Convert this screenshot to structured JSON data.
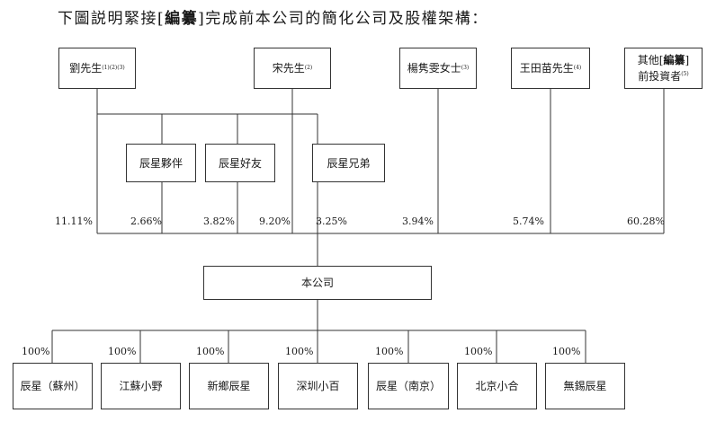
{
  "heading": {
    "pre": "下圖説明緊接[",
    "redacted": "編纂",
    "post": "]完成前本公司的簡化公司及股權架構："
  },
  "shareholders": [
    {
      "name": "劉先生",
      "note": "(1)(2)(3)"
    },
    {
      "name": "宋先生",
      "note": "(2)"
    },
    {
      "name": "楊隽雯女士",
      "note": "(3)"
    },
    {
      "name": "王田苗先生",
      "note": "(4)"
    },
    {
      "name_pre": "其他[",
      "name_redacted": "編纂",
      "name_post": "]",
      "name_line2": "前投資者",
      "note": "(5)"
    }
  ],
  "platforms": [
    {
      "name": "辰星夥伴"
    },
    {
      "name": "辰星好友"
    },
    {
      "name": "辰星兄弟"
    }
  ],
  "shareholdings": [
    "11.11%",
    "2.66%",
    "3.82%",
    "9.20%",
    "3.25%",
    "3.94%",
    "5.74%",
    "60.28%"
  ],
  "company": "本公司",
  "subsidiaries": [
    {
      "name": "辰星（蘇州）",
      "pct": "100%"
    },
    {
      "name": "江蘇小野",
      "pct": "100%"
    },
    {
      "name": "新鄉辰星",
      "pct": "100%"
    },
    {
      "name": "深圳小百",
      "pct": "100%"
    },
    {
      "name": "辰星（南京）",
      "pct": "100%"
    },
    {
      "name": "北京小合",
      "pct": "100%"
    },
    {
      "name": "無錫辰星",
      "pct": "100%"
    }
  ]
}
